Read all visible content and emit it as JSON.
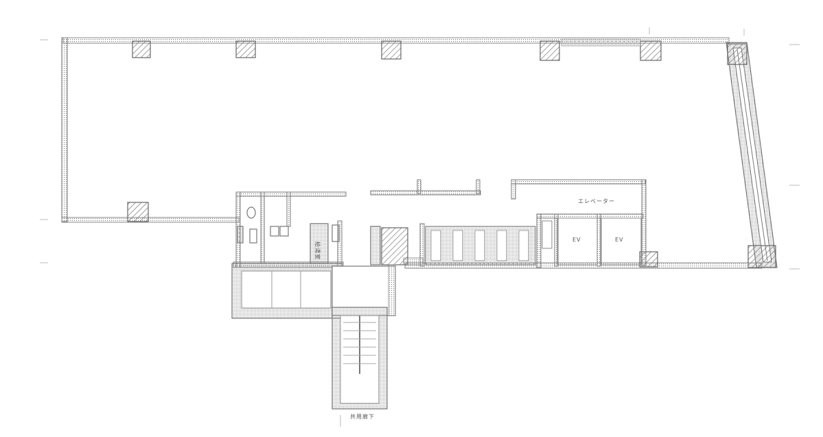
{
  "room_labels": {
    "elevator_hall": "エレベーター",
    "room_a": "EV",
    "room_b": "EV",
    "kitchen": "給湯室",
    "entrance": "共用廊下"
  },
  "colors": {
    "wall": "#6a6a6a",
    "hatch": "#7a7a7a",
    "stipple": "#9a9a9a",
    "background": "#ffffff"
  }
}
